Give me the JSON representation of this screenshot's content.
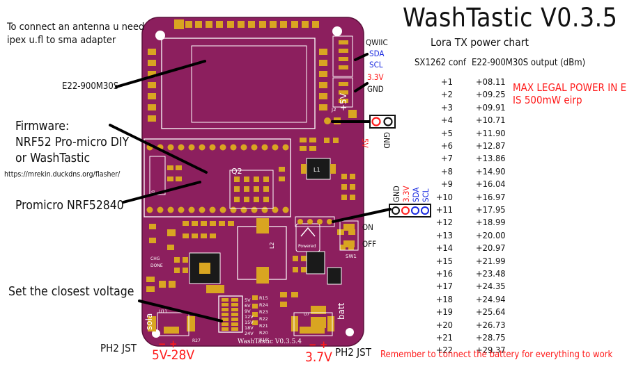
{
  "title": "WashTastic V0.3.5",
  "subtitle": "Lora TX power chart",
  "table": {
    "col1_header": "SX1262 conf",
    "col2_header": "E22-900M30S output (dBm)",
    "rows": [
      {
        "conf": "+1",
        "dbm": "+08.11"
      },
      {
        "conf": "+2",
        "dbm": "+09.25"
      },
      {
        "conf": "+3",
        "dbm": "+09.91"
      },
      {
        "conf": "+4",
        "dbm": "+10.71"
      },
      {
        "conf": "+5",
        "dbm": "+11.90"
      },
      {
        "conf": "+6",
        "dbm": "+12.87"
      },
      {
        "conf": "+7",
        "dbm": "+13.86"
      },
      {
        "conf": "+8",
        "dbm": "+14.90"
      },
      {
        "conf": "+9",
        "dbm": "+16.04"
      },
      {
        "conf": "+10",
        "dbm": "+16.97"
      },
      {
        "conf": "+11",
        "dbm": "+17.95"
      },
      {
        "conf": "+12",
        "dbm": "+18.99"
      },
      {
        "conf": "+13",
        "dbm": "+20.00"
      },
      {
        "conf": "+14",
        "dbm": "+20.97"
      },
      {
        "conf": "+15",
        "dbm": "+21.99"
      },
      {
        "conf": "+16",
        "dbm": "+23.48"
      },
      {
        "conf": "+17",
        "dbm": "+24.35"
      },
      {
        "conf": "+18",
        "dbm": "+24.94"
      },
      {
        "conf": "+19",
        "dbm": "+25.64"
      },
      {
        "conf": "+20",
        "dbm": "+26.73"
      },
      {
        "conf": "+21",
        "dbm": "+28.75"
      },
      {
        "conf": "+22",
        "dbm": "+29.37"
      }
    ]
  },
  "legal_note_1": "MAX LEGAL POWER IN EU",
  "legal_note_2": "IS 500mW eirp",
  "antenna_note_1": "To connect an antenna u need",
  "antenna_note_2": "ipex u.fl to sma adapter",
  "module_label": "E22-900M30S",
  "firmware_1": "Firmware:",
  "firmware_2": "NRF52 Pro-micro DIY",
  "firmware_3": "or WashTastic",
  "flasher_url": "https://mrekin.duckdns.org/flasher/",
  "mcu_label": "Promicro NRF52840",
  "voltage_note": "Set the closest voltage",
  "qwiic": {
    "title": "QWIIC",
    "sda": "SDA",
    "scl": "SCL",
    "v33": "3.3V",
    "gnd": "GND"
  },
  "power_header": {
    "v5": "5V",
    "gnd": "GND"
  },
  "i2c_header": {
    "gnd": "GND",
    "v33": "3.3V",
    "sda": "SDA",
    "scl": "SCL"
  },
  "switch": {
    "on": "ON",
    "off": "OFF"
  },
  "jst_left": "PH2 JST",
  "jst_left_range": "5V-28V",
  "jst_right": "PH2 JST",
  "jst_right_voltage": "3.7V",
  "battery_note": "Remember to connect the battery for everything to work",
  "pcb_signature": "WashTastic V0.3.5.4",
  "silk": {
    "solar": "sola",
    "batt": "batt",
    "plus5v": "+5V",
    "q2": "Q2",
    "l1": "L1",
    "l2": "L2",
    "sw1": "SW1",
    "volt_opts": [
      "5V",
      "6V",
      "9V",
      "12V",
      "15V",
      "18V",
      "24V"
    ],
    "res": [
      "R15",
      "R24",
      "R23",
      "R22",
      "R21",
      "R20",
      "R19"
    ],
    "chg": "CHG",
    "done": "DONE",
    "j2": "J2",
    "u8": "U8",
    "u11": "U11",
    "u7": "U7",
    "r27": "R27",
    "powered": "Powered"
  },
  "colors": {
    "pcb": "#8c1f5e",
    "pad": "#d9a521",
    "silk": "#ffffff",
    "red": "#ff1a1a",
    "blue": "#1a2be0"
  }
}
